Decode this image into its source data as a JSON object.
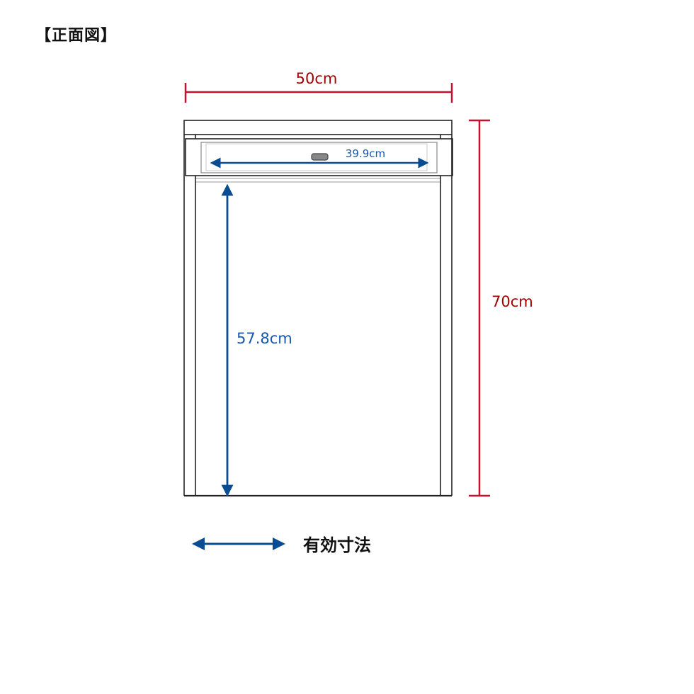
{
  "title": "【正面図】",
  "dimensions": {
    "overall_width": "50cm",
    "overall_height": "70cm",
    "inner_width": "39.9cm",
    "inner_height": "57.8cm"
  },
  "legend": {
    "label": "有効寸法"
  },
  "colors": {
    "overall_dim": "#c8102e",
    "effective_dim": "#0a4c91",
    "outline": "#222222"
  }
}
